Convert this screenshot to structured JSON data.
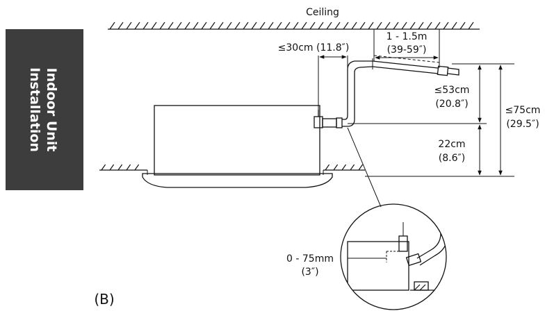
{
  "side_tab": {
    "line1": "Indoor Unit",
    "line2": "Installation",
    "background": "#3d3d3d"
  },
  "ceiling": {
    "label": "Ceiling"
  },
  "dimensions": {
    "horizontal_max": "≤30cm (11.8″)",
    "pipe_length_line1": "1 - 1.5m",
    "pipe_length_line2": "(39-59″)",
    "upper_drop_line1": "≤53cm",
    "upper_drop_line2": "(20.8″)",
    "total_rise_line1": "≤75cm",
    "total_rise_line2": "(29.5″)",
    "lower_rise_line1": "22cm",
    "lower_rise_line2": "(8.6″)",
    "detail_gap_line1": "0 - 75mm",
    "detail_gap_line2": "(3″)"
  },
  "figure_label": "(B)"
}
